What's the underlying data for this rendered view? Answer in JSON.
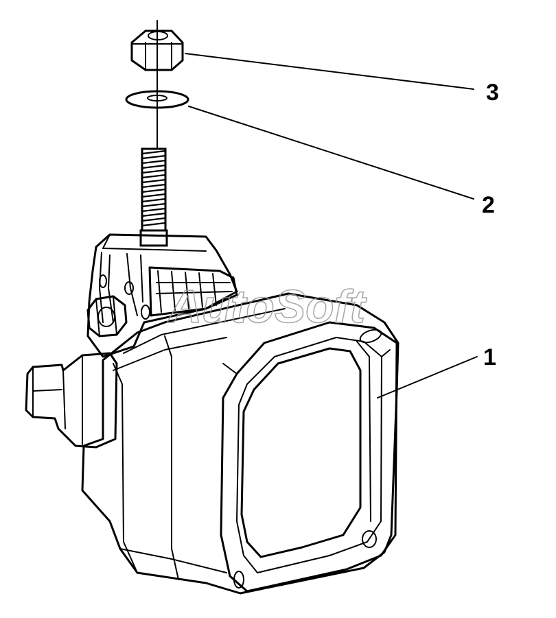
{
  "diagram": {
    "callouts": [
      {
        "id": "lamp",
        "label": "1"
      },
      {
        "id": "washer",
        "label": "2"
      },
      {
        "id": "nut",
        "label": "3"
      }
    ],
    "watermark": "AutoSoft"
  },
  "colors": {
    "ink": "#000000",
    "paper": "#ffffff",
    "watermark": "#9a9a9a"
  }
}
